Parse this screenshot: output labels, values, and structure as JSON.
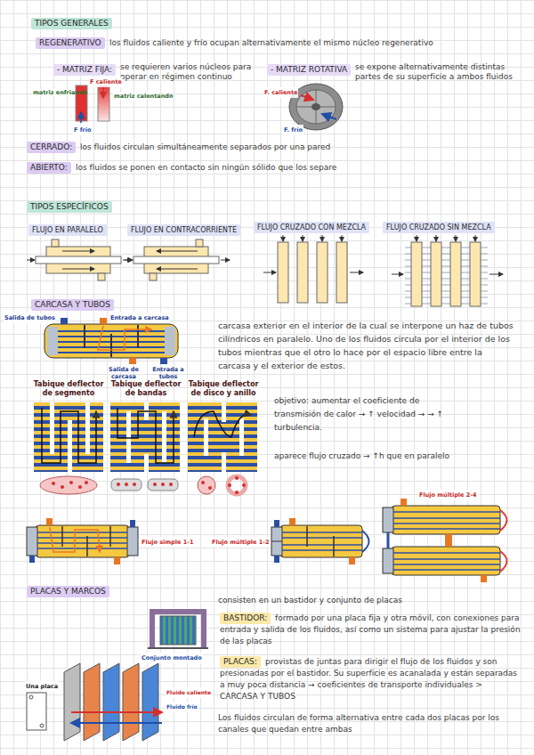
{
  "diagram": {
    "nodes": [
      {
        "text": [
          "TIPOS GENERALES"
        ]
      },
      {
        "text": [
          "REGENERATIVO"
        ]
      },
      {
        "text": [
          "- MATRIZ FIJA:"
        ]
      },
      {
        "text": [
          "- MATRIZ ROTATIVA"
        ]
      },
      {
        "text": [
          "CERRADO:"
        ]
      },
      {
        "text": [
          "ABIERTO:"
        ]
      },
      {
        "text": [
          "TIPOS ESPECÍFICOS"
        ]
      },
      {
        "text": [
          "FLUJO EN PARALELO"
        ]
      },
      {
        "text": [
          "FLUJO EN CONTRACORRIENTE"
        ]
      },
      {
        "text": [
          "FLUJO CRUZADO CON MEZCLA"
        ]
      },
      {
        "text": [
          "FLUJO CRUZADO SIN MEZCLA"
        ]
      },
      {
        "text": [
          "CARCASA Y TUBOS"
        ]
      },
      {
        "text": [
          "PLACAS Y MARCOS"
        ]
      },
      {
        "text": [
          "BASTIDOR:"
        ]
      },
      {
        "text": [
          "PLACAS:"
        ]
      }
    ],
    "labels": [
      "los fluidos caliente y frío ocupan alternativamente el mismo núcleo regenerativo",
      "se requieren varios núcleos para operar en régimen continuo",
      "F caliente",
      "matriz enfriando",
      "matriz calentando",
      "F frío",
      "se expone alternativamente distintas partes de su superficie a ambos fluidos",
      "F. caliente",
      "F. frío",
      "los fluidos circulan simultáneamente separados por una pared",
      "los fluidos se ponen en contacto sin ningún sólido que los separe",
      "Salida de tubos",
      "Entrada a carcasa",
      "Salida de carcasa",
      "Entrada a tubos",
      "carcasa exterior en el interior de la cual se interpone un haz de tubos cilíndricos en paralelo. Uno de los fluidos circula por el interior de los tubos mientras que el otro lo hace por el espacio libre entre la carcasa y el exterior de estos.",
      "Tabique deflector de segmento",
      "Tabique deflector de bandas",
      "Tabique deflector de disco y anillo",
      "objetivo: aumentar el coeficiente de transmisión de calor → ↑ velocidad → → ↑ turbulencia.",
      "aparece flujo cruzado → ↑h que en paralelo",
      "Flujo simple 1-1",
      "Flujo múltiple 1-2",
      "Flujo múltiple 2-4",
      "consisten en un bastidor y conjunto de placas",
      "formado por una placa fija y otra móvil, con conexiones para entrada y salida de los fluidos, así como un sistema para ajustar la presión de las placas",
      "provistas de juntas para dirigir el flujo de los fluidos y son presionadas por el bastidor. Su superficie es acanalada y están separadas a muy poca distancia → coeficientes de transporte individuales > CARCASA Y TUBOS",
      "Los fluidos circulan de forma alternativa entre cada dos placas por los canales que quedan entre ambas",
      "Conjunto montado",
      "Una placa",
      "Fluido caliente",
      "Fluido frío"
    ]
  }
}
